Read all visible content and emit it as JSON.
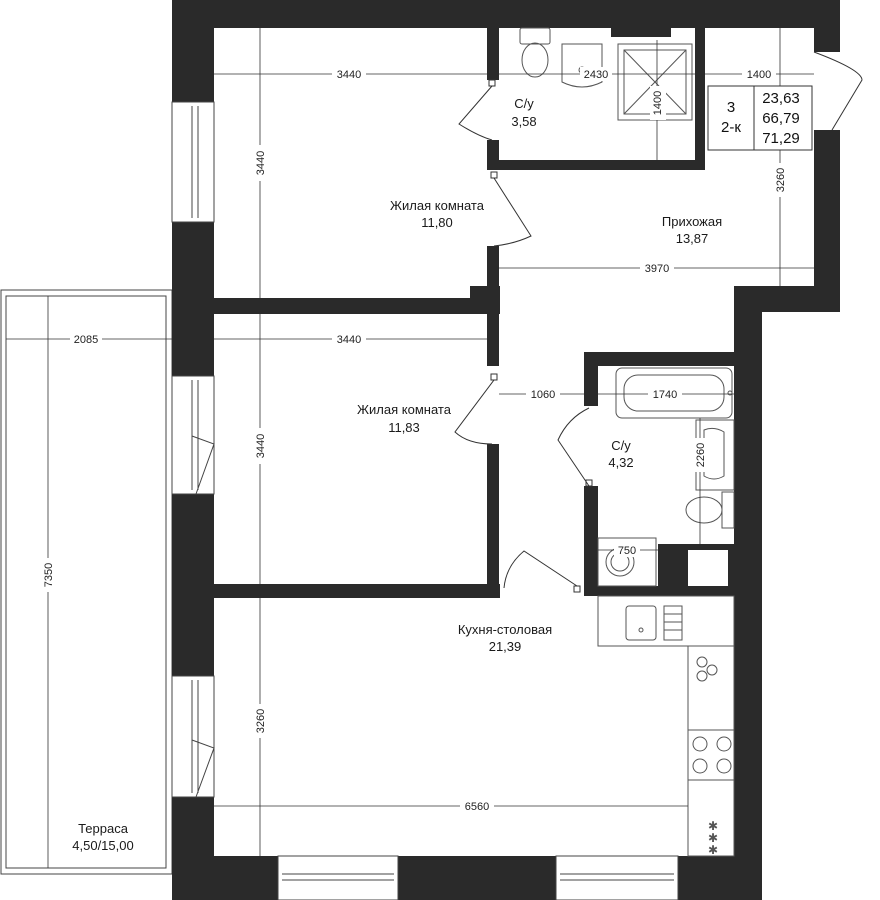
{
  "info_box": {
    "rooms_count": "3",
    "type": "2-к",
    "living_area": "23,63",
    "total_area": "66,79",
    "total_area_with_terrace": "71,29"
  },
  "rooms": {
    "living_room_1": {
      "name": "Жилая комната",
      "area": "11,80"
    },
    "living_room_2": {
      "name": "Жилая комната",
      "area": "11,83"
    },
    "bathroom_1": {
      "name": "С/у",
      "area": "3,58"
    },
    "bathroom_2": {
      "name": "С/у",
      "area": "4,32"
    },
    "hallway": {
      "name": "Прихожая",
      "area": "13,87"
    },
    "kitchen": {
      "name": "Кухня-столовая",
      "area": "21,39"
    },
    "terrace": {
      "name": "Терраса",
      "area": "4,50/15,00"
    }
  },
  "dimensions": {
    "room1_width": "3440",
    "room1_height": "3440",
    "bath1_width": "2430",
    "bath1_height": "1400",
    "entry_width": "1400",
    "hall_height": "3260",
    "hall_width": "3970",
    "room2_width": "3440",
    "room2_height": "3440",
    "terrace_width": "2085",
    "terrace_height": "7350",
    "corridor_width": "1060",
    "tub_width": "1740",
    "bath2_height": "2260",
    "washer_width": "750",
    "kitchen_height": "3260",
    "kitchen_width": "6560"
  },
  "colors": {
    "wall": "#2a2a2a",
    "line": "#333333",
    "fixture": "#555555"
  }
}
